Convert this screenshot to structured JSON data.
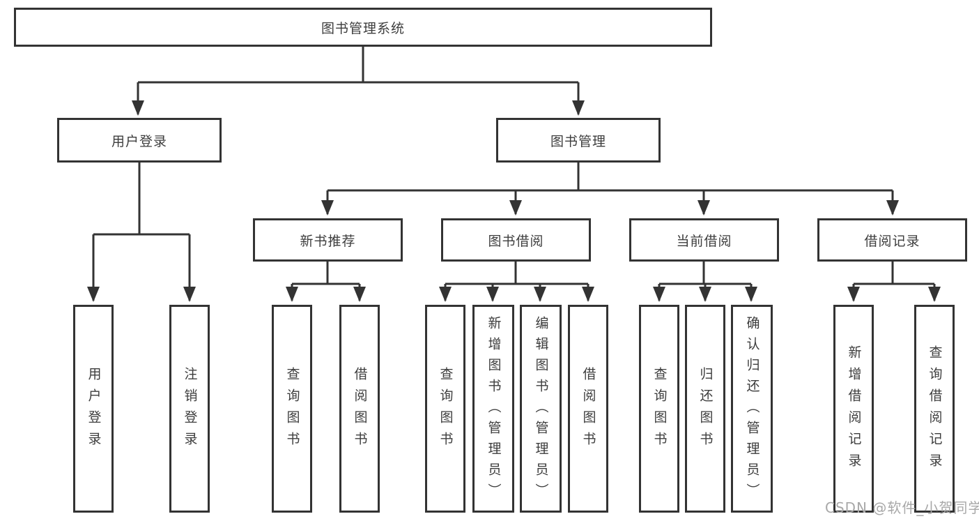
{
  "diagram": {
    "root": {
      "label": "图书管理系统"
    },
    "branches": [
      {
        "label": "用户登录",
        "children": [
          {
            "label": "用户登录"
          },
          {
            "label": "注销登录"
          }
        ]
      },
      {
        "label": "图书管理",
        "children": [
          {
            "label": "新书推荐",
            "children": [
              {
                "label": "查询图书"
              },
              {
                "label": "借阅图书"
              }
            ]
          },
          {
            "label": "图书借阅",
            "children": [
              {
                "label": "查询图书"
              },
              {
                "label": "新增图书（管理员）"
              },
              {
                "label": "编辑图书（管理员）"
              },
              {
                "label": "借阅图书"
              }
            ]
          },
          {
            "label": "当前借阅",
            "children": [
              {
                "label": "查询图书"
              },
              {
                "label": "归还图书"
              },
              {
                "label": "确认归还（管理员）"
              }
            ]
          },
          {
            "label": "借阅记录",
            "children": [
              {
                "label": "新增借阅记录"
              },
              {
                "label": "查询借阅记录"
              }
            ]
          }
        ]
      }
    ]
  },
  "watermark": {
    "text": "CSDN @软件_小贺同学"
  },
  "colors": {
    "line": "#333333",
    "box_border": "#333333",
    "text": "#3d3d3d",
    "watermark": "#a8a8a8",
    "background": "#ffffff"
  }
}
